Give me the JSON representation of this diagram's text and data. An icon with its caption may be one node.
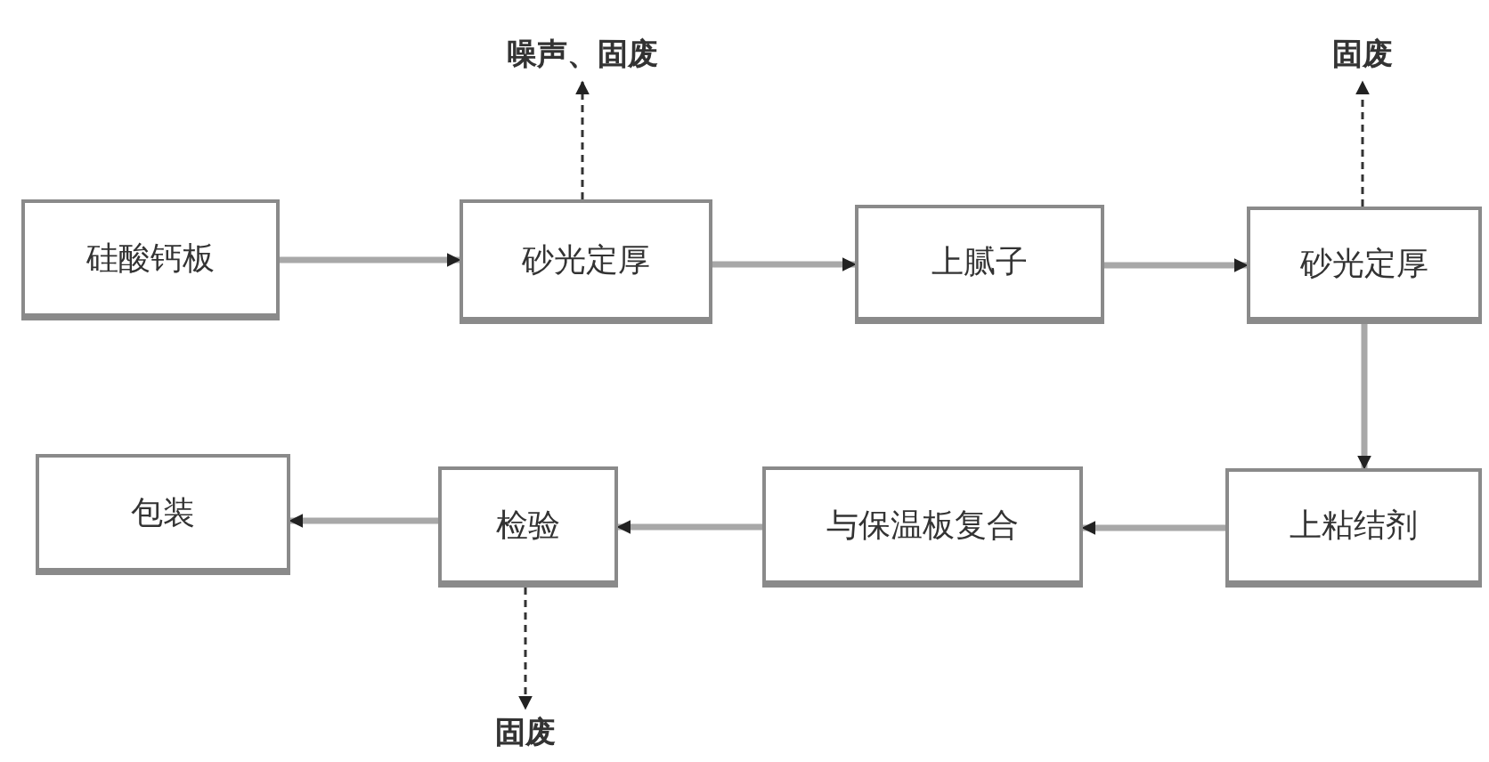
{
  "diagram": {
    "nodes": [
      {
        "text": [
          "硅酸钙板"
        ]
      },
      {
        "text": [
          "砂光定厚"
        ]
      },
      {
        "text": [
          "上腻子"
        ]
      },
      {
        "text": [
          "砂光定厚"
        ]
      },
      {
        "text": [
          "上粘结剂"
        ]
      },
      {
        "text": [
          "与保温板复合"
        ]
      },
      {
        "text": [
          "检验"
        ]
      },
      {
        "text": [
          "包装"
        ]
      },
      {
        "text": [
          "噪声、固废"
        ]
      },
      {
        "text": [
          "固废"
        ]
      },
      {
        "text": [
          "固废"
        ]
      }
    ],
    "edges": [
      {
        "from": 0,
        "to": 1,
        "arrow": "to"
      },
      {
        "from": 1,
        "to": 2,
        "arrow": "to"
      },
      {
        "from": 2,
        "to": 3,
        "arrow": "to"
      },
      {
        "from": 3,
        "to": 4,
        "arrow": "to"
      },
      {
        "from": 4,
        "to": 5,
        "arrow": "to"
      },
      {
        "from": 5,
        "to": 6,
        "arrow": "to"
      },
      {
        "from": 6,
        "to": 7,
        "arrow": "to"
      },
      {
        "from": 1,
        "to": 8,
        "arrow": "to",
        "style": "dashed",
        "color": "#333333"
      },
      {
        "from": 3,
        "to": 9,
        "arrow": "to",
        "style": "dashed",
        "color": "#333333"
      },
      {
        "from": 6,
        "to": 10,
        "arrow": "to",
        "style": "dashed",
        "color": "#333333"
      }
    ]
  }
}
